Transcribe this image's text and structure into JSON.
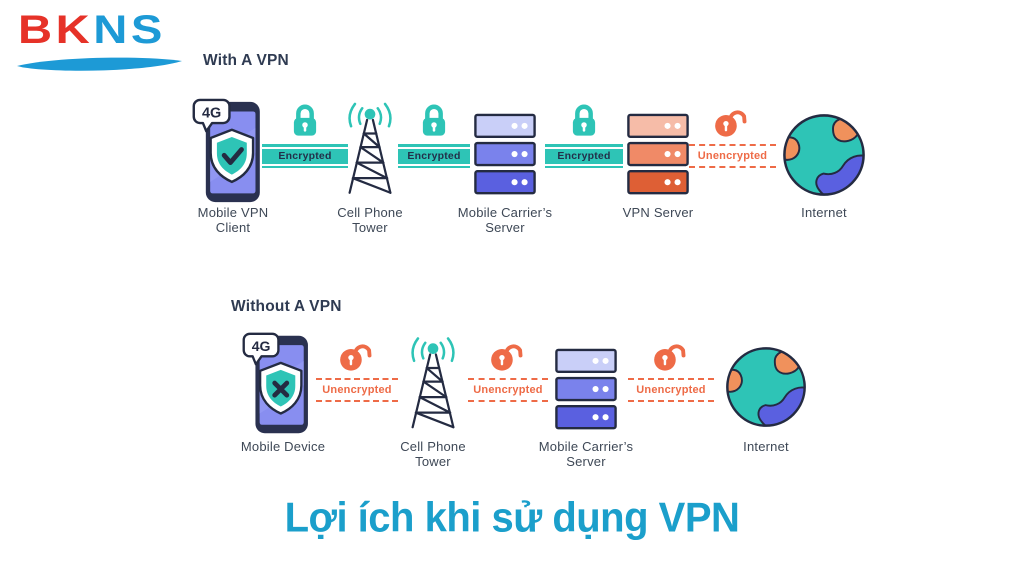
{
  "logo": {
    "part1": "BK",
    "part2": "NS"
  },
  "title": "Lợi ích khi sử dụng VPN",
  "colors": {
    "teal": "#2ec4b6",
    "orange": "#ee6b47",
    "navy": "#242b42",
    "title_cyan": "#1b9fcb",
    "logo_red": "#e63228",
    "logo_blue": "#1d9ad6",
    "phone_purple": "#888ef0",
    "server_blue_dark": "#5a60e0",
    "server_orange_dark": "#de5f35"
  },
  "sections": [
    {
      "heading": "With A VPN",
      "badge": "4G",
      "nodes": [
        {
          "label": "Mobile VPN\nClient",
          "type": "phone-shield-check"
        },
        {
          "label": "Cell Phone\nTower",
          "type": "cell-tower"
        },
        {
          "label": "Mobile Carrier’s\nServer",
          "type": "server-blue"
        },
        {
          "label": "VPN Server",
          "type": "server-orange"
        },
        {
          "label": "Internet",
          "type": "globe"
        }
      ],
      "connectors": [
        {
          "label": "Encrypted",
          "secure": true
        },
        {
          "label": "Encrypted",
          "secure": true
        },
        {
          "label": "Encrypted",
          "secure": true
        },
        {
          "label": "Unencrypted",
          "secure": false
        }
      ]
    },
    {
      "heading": "Without A VPN",
      "badge": "4G",
      "nodes": [
        {
          "label": "Mobile Device",
          "type": "phone-shield-x"
        },
        {
          "label": "Cell Phone\nTower",
          "type": "cell-tower"
        },
        {
          "label": "Mobile Carrier’s\nServer",
          "type": "server-blue"
        },
        {
          "label": "Internet",
          "type": "globe"
        }
      ],
      "connectors": [
        {
          "label": "Unencrypted",
          "secure": false
        },
        {
          "label": "Unencrypted",
          "secure": false
        },
        {
          "label": "Unencrypted",
          "secure": false
        }
      ]
    }
  ]
}
